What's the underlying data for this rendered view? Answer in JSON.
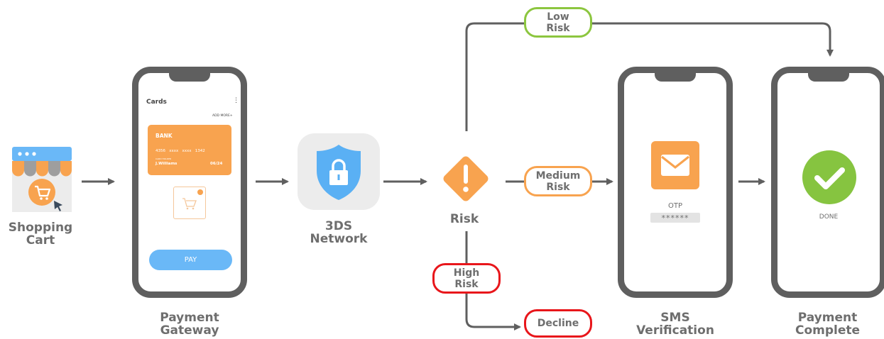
{
  "steps": {
    "shopping_cart": "Shopping\nCart",
    "payment_gateway": "Payment\nGateway",
    "network_3ds": "3DS\nNetwork",
    "risk": "Risk",
    "sms_verification": "SMS\nVerification",
    "payment_complete": "Payment\nComplete"
  },
  "branches": {
    "low_risk": "Low\nRisk",
    "medium_risk": "Medium\nRisk",
    "high_risk": "High\nRisk",
    "decline": "Decline"
  },
  "gateway_screen": {
    "title": "Cards",
    "menu": "⋮",
    "add_more": "ADD MORE+",
    "bank": "BANK",
    "card_number": "4356   xxxx   xxxx   1342",
    "card_holder_caption": "CARD HOLDER",
    "card_holder": "J.Williams",
    "expiry": "06/24",
    "pay_button": "PAY"
  },
  "sms_screen": {
    "otp_label": "OTP",
    "otp_value": "******"
  },
  "complete_screen": {
    "done_label": "DONE"
  },
  "colors": {
    "orange": "#f8a34f",
    "green_border": "#8cc63f",
    "red_border": "#e8161b",
    "blue_button": "#6ab8f7",
    "shield_blue": "#5ab0f4",
    "check_green": "#86c440",
    "arrow_gray": "#5f5f5f"
  }
}
